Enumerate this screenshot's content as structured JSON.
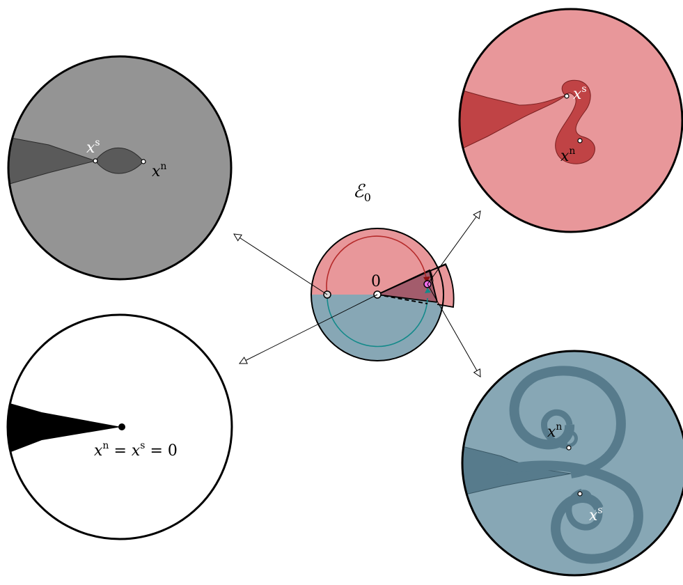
{
  "figure": {
    "center_title": {
      "base": "ℰ",
      "sub": "0"
    },
    "origin_label": "0",
    "labels": {
      "gray_xs": {
        "base": "x",
        "sup": "s"
      },
      "gray_xn": {
        "base": "x",
        "sup": "n"
      },
      "red_xs": {
        "base": "x",
        "sup": "s"
      },
      "red_xn": {
        "base": "x",
        "sup": "n"
      },
      "white_eq": {
        "base": "x",
        "sup": "n",
        "mid": " = ",
        "base2": "x",
        "sup2": "s",
        "tail": " = 0"
      },
      "blue_xn": {
        "base": "x",
        "sup": "n"
      },
      "blue_xs": {
        "base": "x",
        "sup": "s"
      }
    },
    "colors": {
      "upper_half": "#e8979a",
      "lower_half": "#87a7b5",
      "gray_disk": "#949494",
      "gray_region": "#5a5a5a",
      "red_disk": "#e8979a",
      "red_region": "#c04345",
      "blue_disk": "#87a7b5",
      "blue_region": "#577b8c",
      "wedge": "#a35c6c",
      "red_circle": "#b52a2a",
      "teal_circle": "#138a8a",
      "magenta_point": "#ee6ee8"
    }
  }
}
